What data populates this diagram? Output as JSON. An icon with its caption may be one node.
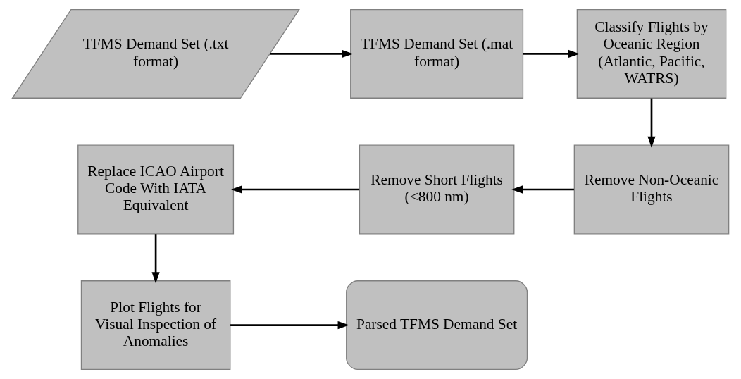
{
  "diagram": {
    "nodes": [
      {
        "text": [
          "TFMS Demand Set (.txt format)"
        ]
      },
      {
        "text": [
          "TFMS Demand Set (.mat format)"
        ]
      },
      {
        "text": [
          "Classify Flights by Oceanic Region (Atlantic, Pacific, WATRS)"
        ]
      },
      {
        "text": [
          "Remove Non-Oceanic Flights"
        ]
      },
      {
        "text": [
          "Remove Short Flights (<800 nm)"
        ]
      },
      {
        "text": [
          "Replace ICAO Airport Code With IATA Equivalent"
        ]
      },
      {
        "text": [
          "Plot Flights for Visual Inspection of Anomalies"
        ]
      },
      {
        "text": [
          "Parsed TFMS Demand Set"
        ]
      }
    ],
    "edges": [
      {
        "from": 0,
        "to": 1,
        "arrow": "to"
      },
      {
        "from": 1,
        "to": 2,
        "arrow": "to"
      },
      {
        "from": 2,
        "to": 3,
        "arrow": "to"
      },
      {
        "from": 3,
        "to": 4,
        "arrow": "to"
      },
      {
        "from": 4,
        "to": 5,
        "arrow": "to"
      },
      {
        "from": 5,
        "to": 6,
        "arrow": "to"
      },
      {
        "from": 6,
        "to": 7,
        "arrow": "to"
      }
    ]
  }
}
